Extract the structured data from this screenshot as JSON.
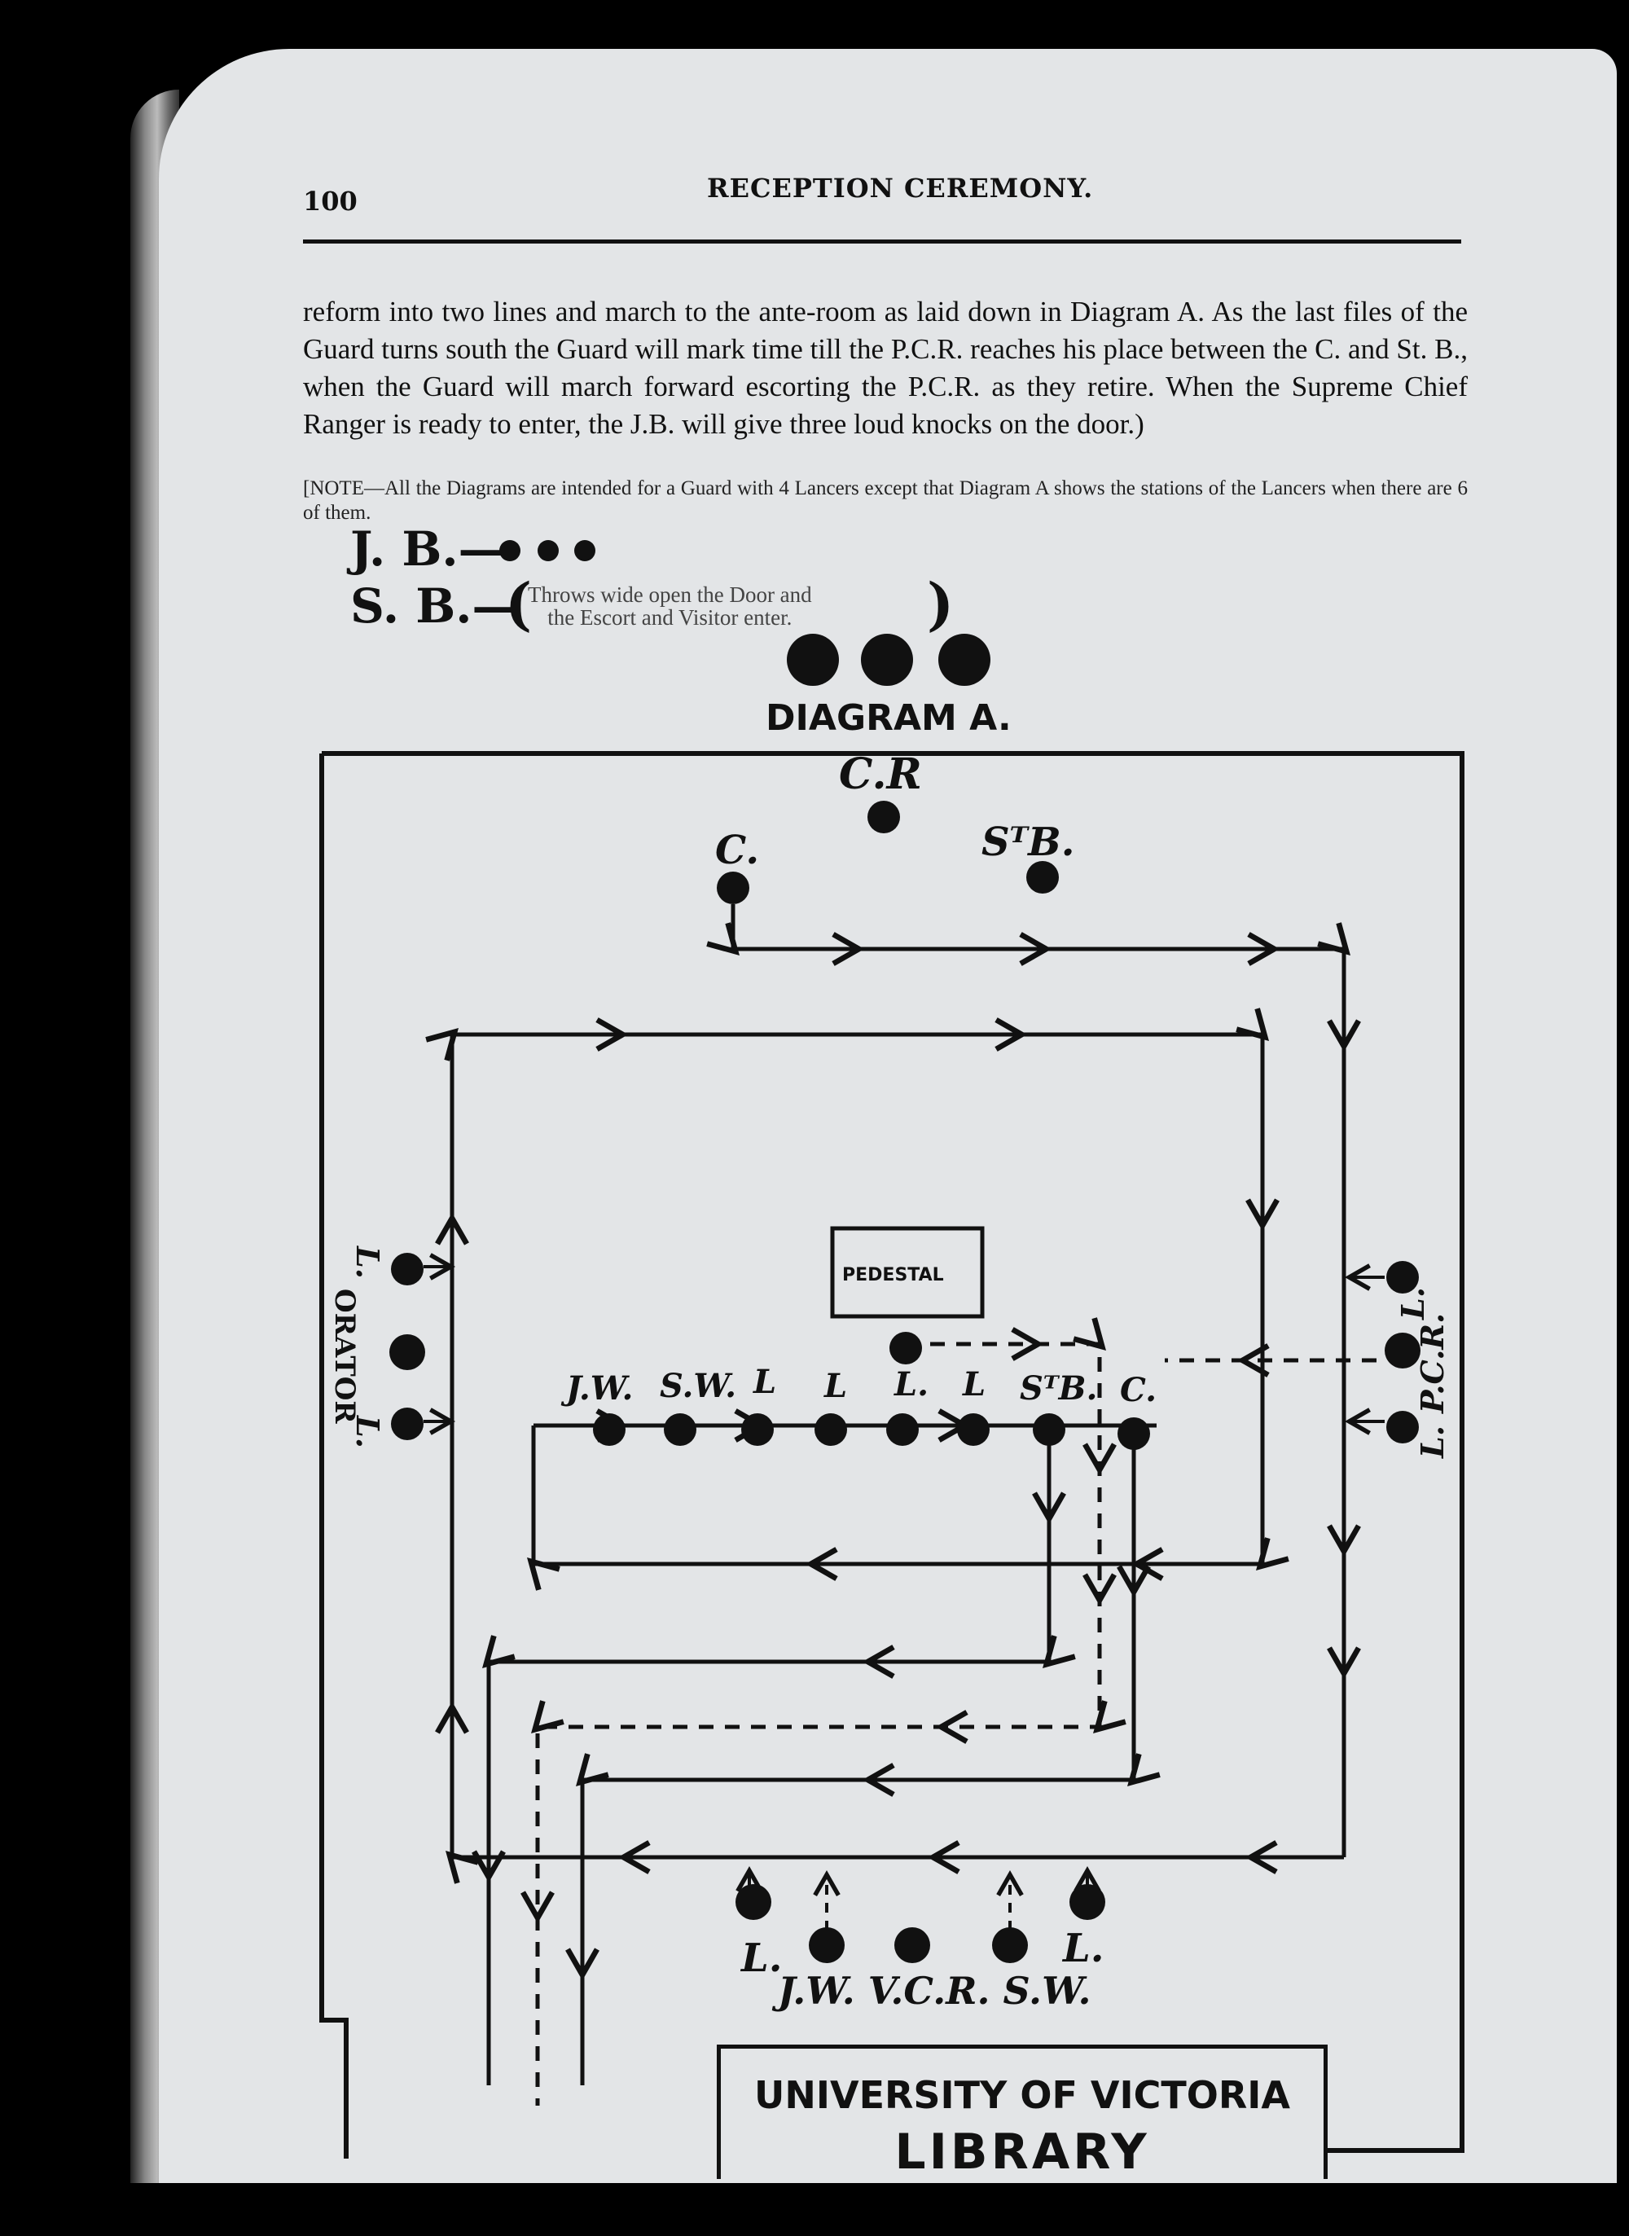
{
  "header": {
    "page_number": "100",
    "running_title": "RECEPTION CEREMONY."
  },
  "body": {
    "paragraph": "reform into two lines and march to the ante-room as laid down in Diagram A. As the last files of the Guard turns south the Guard will mark time till the P.C.R. reaches his place between the C. and St. B., when the Guard will march forward escorting the P.C.R. as they retire. When the Supreme Chief Ranger is ready to enter, the J.B. will give three loud knocks on the door.)",
    "note": "[NOTE—All the Diagrams are intended for a Guard with 4 Lancers except that Diagram A shows the stations of the Lancers when there are 6 of them."
  },
  "knocks": {
    "jb_label": "J. B.—",
    "sb_label": "S. B.—",
    "sb_note_line1": "Throws wide open the Door and",
    "sb_note_line2": "the Escort and Visitor enter."
  },
  "diagram": {
    "title": "DIAGRAM A.",
    "labels": {
      "cr": "C.R",
      "c_top": "C.",
      "stb_top": "SᵀB.",
      "pedestal": "PEDESTAL",
      "jw": "J.W.",
      "sw": "S.W.",
      "l1": "L",
      "l2": "L",
      "l3": "L.",
      "l4": "L",
      "stb_row": "SᵀB.",
      "c_row": "C.",
      "orator": "ORATOR",
      "l_left_top": "L.",
      "l_left_bottom": "L.",
      "pcr": "P.C.R.",
      "l_right_top": "L.",
      "l_right_bottom": "L.",
      "l_bottom_left": "L.",
      "l_bottom_right": "L.",
      "bottom_row": "J.W. V.C.R. S.W."
    }
  },
  "stamp": {
    "line1": "UNIVERSITY OF VICTORIA",
    "line2": "LIBRARY"
  }
}
